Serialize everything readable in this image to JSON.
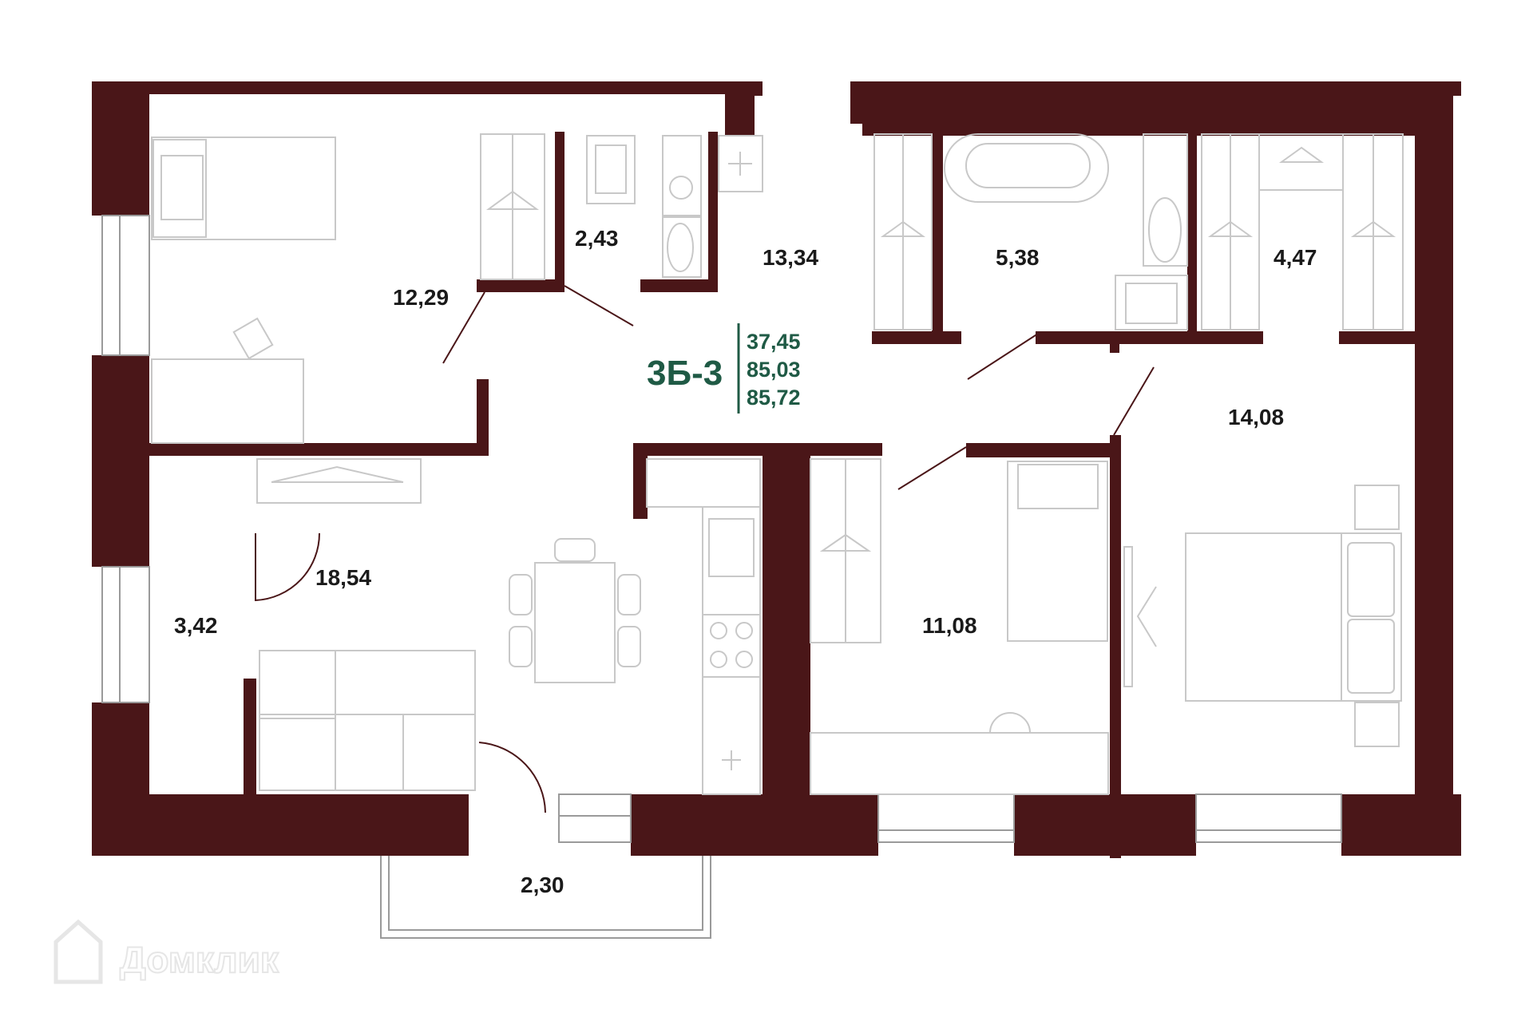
{
  "apartment": {
    "code": "3Б-3",
    "areas": [
      "37,45",
      "85,03",
      "85,72"
    ]
  },
  "rooms": {
    "bedroom_top_left": "12,29",
    "wc": "2,43",
    "hall": "13,34",
    "bathroom": "5,38",
    "wardrobe": "4,47",
    "bedroom_right": "14,08",
    "kitchen_living": "18,54",
    "loggia_side": "3,42",
    "bedroom_middle": "11,08",
    "balcony": "2,30"
  },
  "watermark": "Домклик",
  "colors": {
    "wall": "#4a1618",
    "accent": "#1f5a45",
    "furniture": "#c8c8c8"
  }
}
